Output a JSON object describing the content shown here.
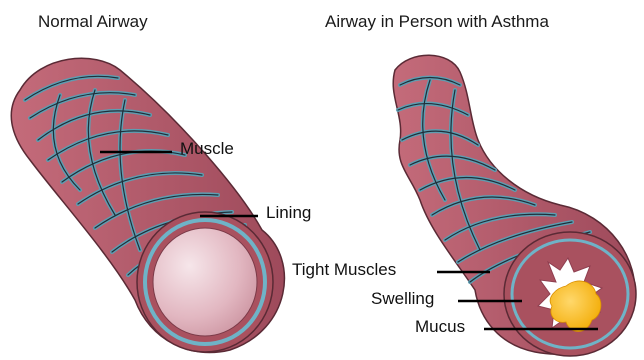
{
  "panels": {
    "normal": {
      "title": "Normal Airway",
      "labels": {
        "muscle": "Muscle",
        "lining": "Lining"
      }
    },
    "asthma": {
      "title": "Airway in Person with Asthma",
      "labels": {
        "tight_muscles": "Tight Muscles",
        "swelling": "Swelling",
        "mucus": "Mucus"
      }
    }
  },
  "colors": {
    "wall": "#b85f6e",
    "wall_dark": "#8f3f50",
    "lining": "#6fb3c7",
    "muscle_band": "#5e9db1",
    "muscle_outline": "#1f2f3a",
    "lumen_light": "#f6e6ea",
    "lumen_dark": "#c98f9c",
    "mucus": "#f2a900",
    "mucus_light": "#ffd86b",
    "lumen_swollen": "#ffffff"
  }
}
